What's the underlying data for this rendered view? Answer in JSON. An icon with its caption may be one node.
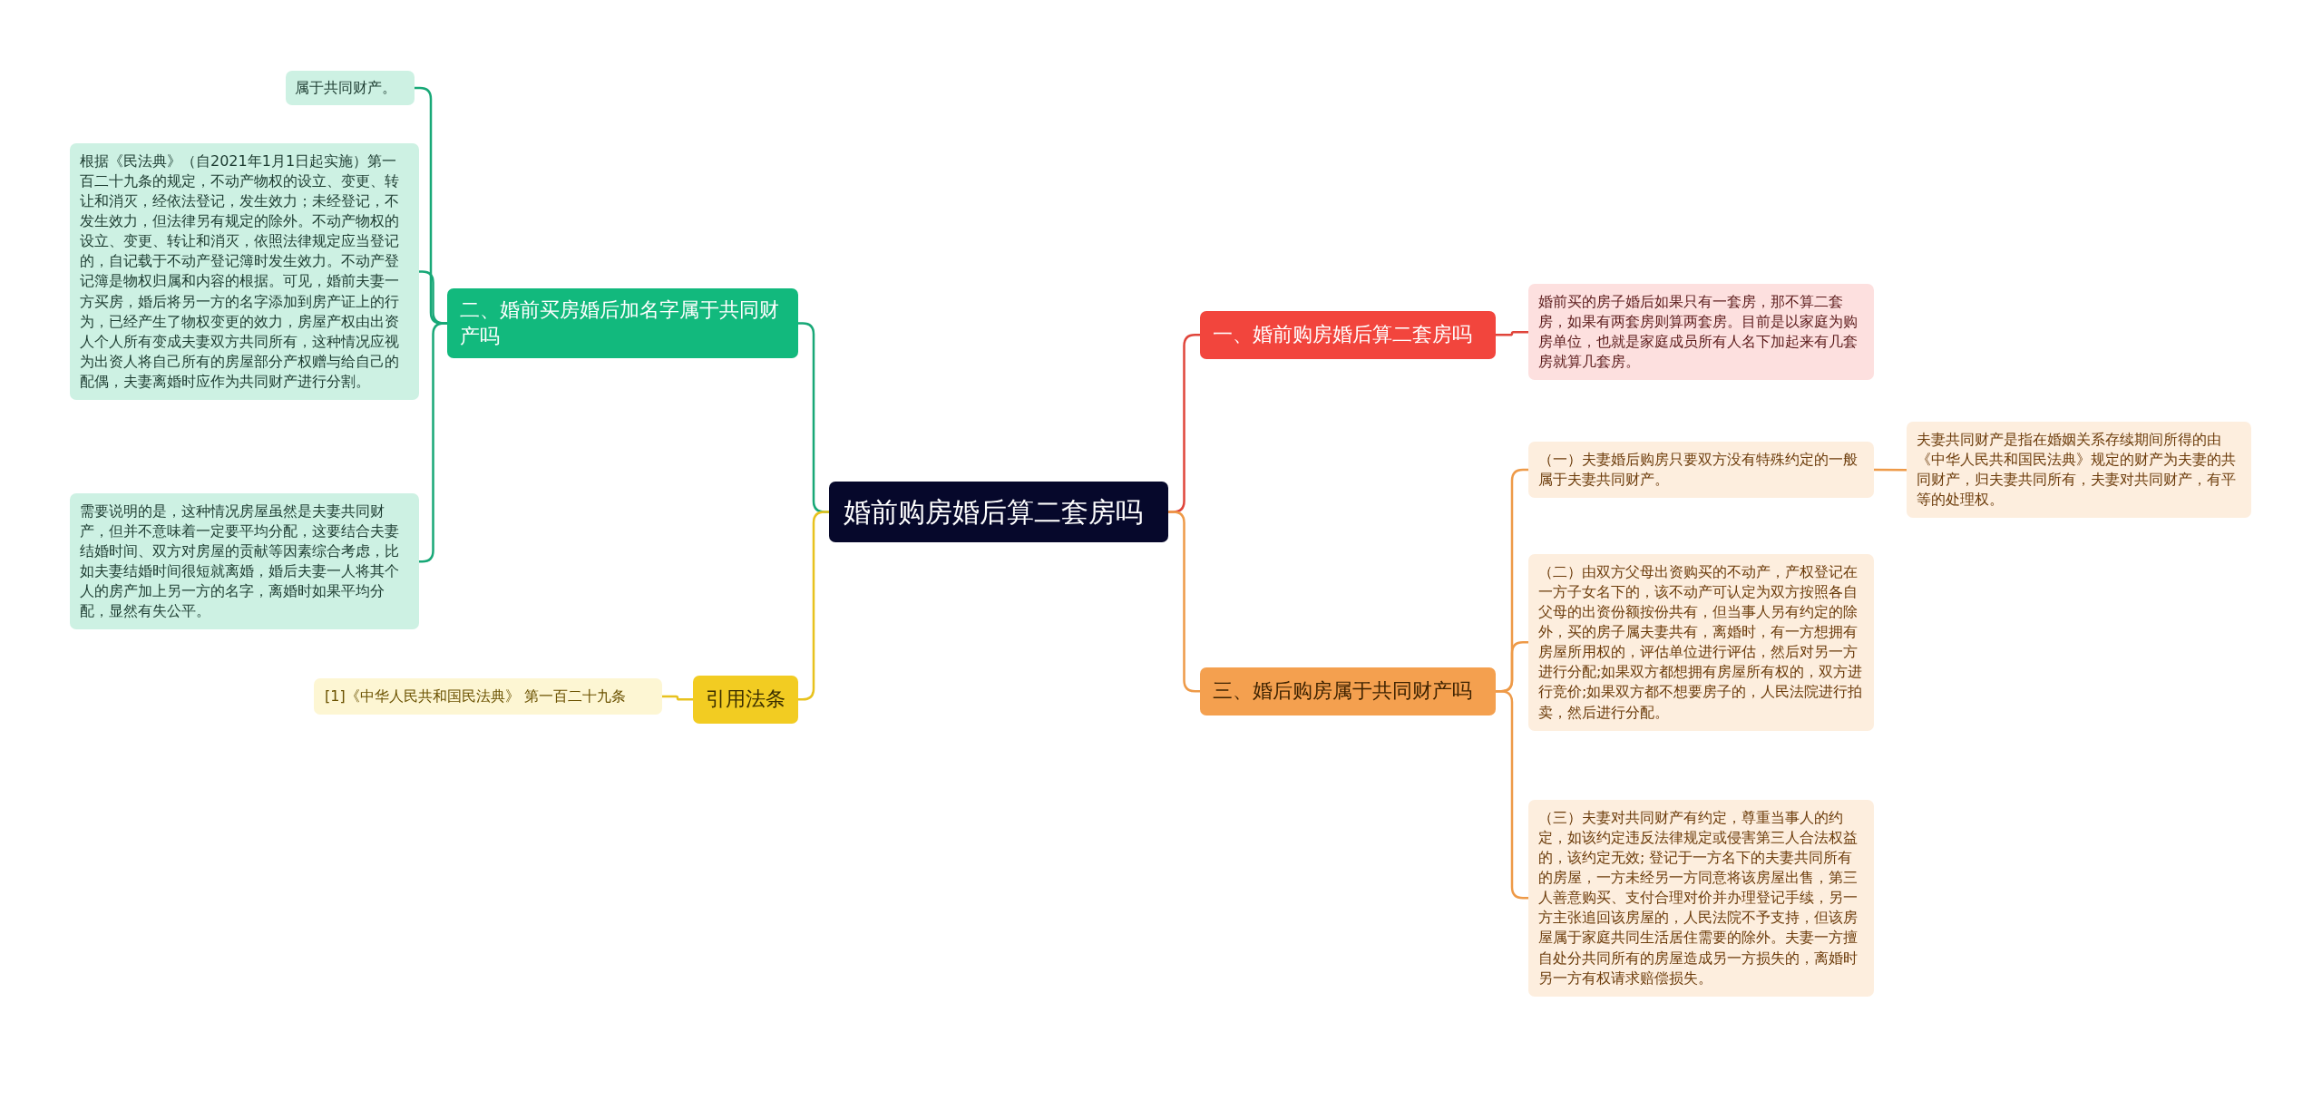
{
  "diagram": {
    "nodes": [
      {
        "text": [
          "婚前购房婚后算二套房吗"
        ]
      },
      {
        "text": [
          "一、婚前购房婚后算二套房吗"
        ]
      },
      {
        "text": [
          "婚前买的房子婚后如果只有一套房，那不算二套房，如果有两套房则算两套房。目前是以家庭为购房单位，也就是家庭成员所有人名下加起来有几套房就算几套房。"
        ]
      },
      {
        "text": [
          "三、婚后购房属于共同财产吗"
        ]
      },
      {
        "text": [
          "（一）夫妻婚后购房只要双方没有特殊约定的一般属于夫妻共同财产。"
        ]
      },
      {
        "text": [
          "夫妻共同财产是指在婚姻关系存续期间所得的由《中华人民共和国民法典》规定的财产为夫妻的共同财产，归夫妻共同所有，夫妻对共同财产，有平等的处理权。"
        ]
      },
      {
        "text": [
          "（二）由双方父母出资购买的不动产，产权登记在一方子女名下的，该不动产可认定为双方按照各自父母的出资份额按份共有，但当事人另有约定的除外，买的房子属夫妻共有，离婚时，有一方想拥有房屋所用权的，评估单位进行评估，然后对另一方进行分配;如果双方都想拥有房屋所有权的，双方进行竞价;如果双方都不想要房子的，人民法院进行拍卖，然后进行分配。"
        ]
      },
      {
        "text": [
          "（三）夫妻对共同财产有约定，尊重当事人的约定，如该约定违反法律规定或侵害第三人合法权益的，该约定无效; 登记于一方名下的夫妻共同所有的房屋，一方未经另一方同意将该房屋出售，第三人善意购买、支付合理对价并办理登记手续，另一方主张追回该房屋的，人民法院不予支持，但该房屋属于家庭共同生活居住需要的除外。夫妻一方擅自处分共同所有的房屋造成另一方损失的，离婚时另一方有权请求赔偿损失。"
        ]
      },
      {
        "text": [
          "二、婚前买房婚后加名字属于共同财产吗"
        ]
      },
      {
        "text": [
          "属于共同财产。"
        ]
      },
      {
        "text": [
          "根据《民法典》（自2021年1月1日起实施）第一百二十九条的规定，不动产物权的设立、变更、转让和消灭，经依法登记，发生效力；未经登记，不发生效力，但法律另有规定的除外。不动产物权的设立、变更、转让和消灭，依照法律规定应当登记的，自记载于不动产登记簿时发生效力。不动产登记簿是物权归属和内容的根据。可见，婚前夫妻一方买房，婚后将另一方的名字添加到房产证上的行为，已经产生了物权变更的效力，房屋产权由出资人个人所有变成夫妻双方共同所有，这种情况应视为出资人将自己所有的房屋部分产权赠与给自己的配偶，夫妻离婚时应作为共同财产进行分割。"
        ]
      },
      {
        "text": [
          "需要说明的是，这种情况房屋虽然是夫妻共同财产，但并不意味着一定要平均分配，这要结合夫妻结婚时间、双方对房屋的贡献等因素综合考虑，比如夫妻结婚时间很短就离婚，婚后夫妻一人将其个人的房产加上另一方的名字，离婚时如果平均分配，显然有失公平。"
        ]
      },
      {
        "text": [
          "引用法条"
        ]
      },
      {
        "text": [
          "[1]《中华人民共和国民法典》 第一百二十九条"
        ]
      }
    ],
    "edges": [
      {
        "from": 0,
        "to": 1,
        "arrow": "none",
        "color": "#e0453b"
      },
      {
        "from": 1,
        "to": 2,
        "arrow": "none",
        "color": "#e0453b"
      },
      {
        "from": 0,
        "to": 3,
        "arrow": "none",
        "color": "#ee9a48"
      },
      {
        "from": 3,
        "to": 4,
        "arrow": "none",
        "color": "#ee9a48"
      },
      {
        "from": 4,
        "to": 5,
        "arrow": "none",
        "color": "#ee9a48"
      },
      {
        "from": 3,
        "to": 6,
        "arrow": "none",
        "color": "#ee9a48"
      },
      {
        "from": 3,
        "to": 7,
        "arrow": "none",
        "color": "#ee9a48"
      },
      {
        "from": 0,
        "to": 8,
        "arrow": "none",
        "color": "#18a877"
      },
      {
        "from": 8,
        "to": 9,
        "arrow": "none",
        "color": "#18a877"
      },
      {
        "from": 8,
        "to": 10,
        "arrow": "none",
        "color": "#18a877"
      },
      {
        "from": 8,
        "to": 11,
        "arrow": "none",
        "color": "#18a877"
      },
      {
        "from": 0,
        "to": 12,
        "arrow": "none",
        "color": "#e8c21e"
      },
      {
        "from": 12,
        "to": 13,
        "arrow": "none",
        "color": "#e8c21e"
      }
    ]
  }
}
